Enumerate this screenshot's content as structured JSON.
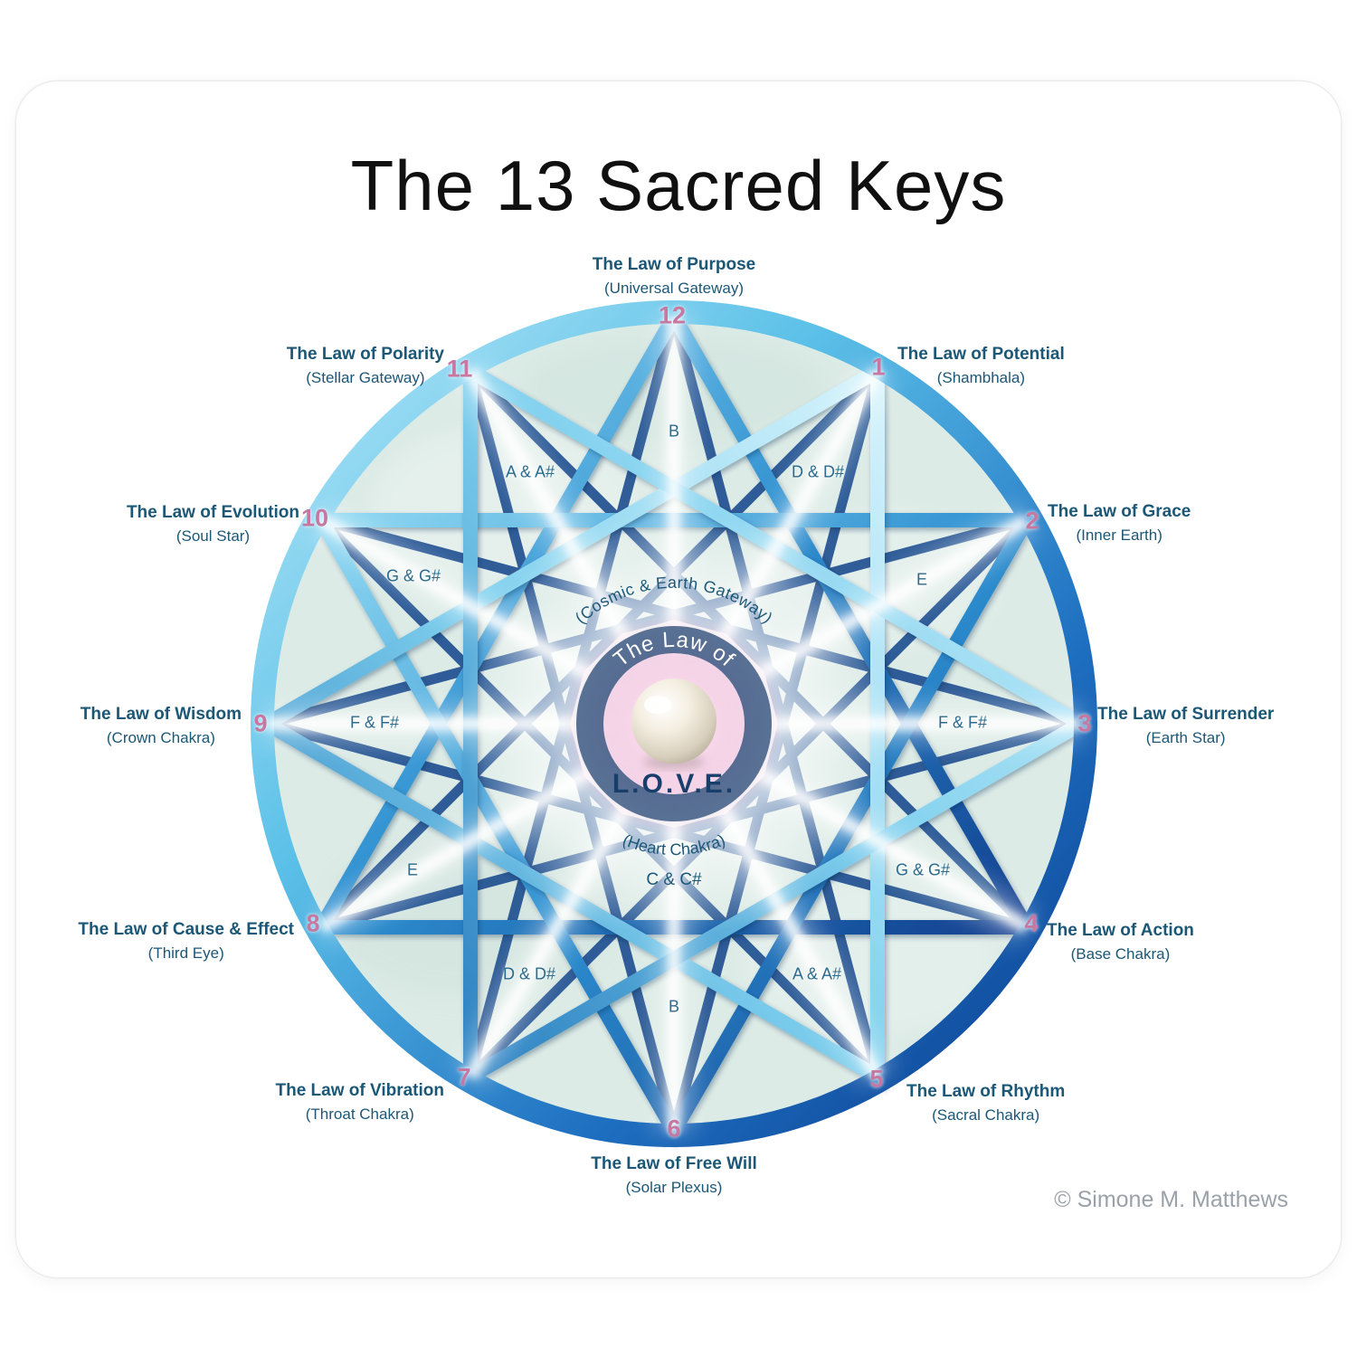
{
  "page": {
    "title": "The 13 Sacred Keys",
    "copyright": "© Simone M. Matthews"
  },
  "center": {
    "gateway_label": "(Cosmic & Earth Gateway)",
    "law_prefix": "The Law of",
    "law_name": "L.O.V.E.",
    "chakra_label": "(Heart Chakra)",
    "note": "C & C#"
  },
  "keys": [
    {
      "number": "12",
      "title": "The Law of Purpose",
      "subtitle": "(Universal Gateway)"
    },
    {
      "number": "1",
      "title": "The Law of Potential",
      "subtitle": "(Shambhala)"
    },
    {
      "number": "2",
      "title": "The Law of Grace",
      "subtitle": "(Inner Earth)"
    },
    {
      "number": "3",
      "title": "The Law of Surrender",
      "subtitle": "(Earth Star)"
    },
    {
      "number": "4",
      "title": "The Law of Action",
      "subtitle": "(Base Chakra)"
    },
    {
      "number": "5",
      "title": "The Law of Rhythm",
      "subtitle": "(Sacral Chakra)"
    },
    {
      "number": "6",
      "title": "The Law of Free Will",
      "subtitle": "(Solar Plexus)"
    },
    {
      "number": "7",
      "title": "The Law of Vibration",
      "subtitle": "(Throat Chakra)"
    },
    {
      "number": "8",
      "title": "The Law of Cause & Effect",
      "subtitle": "(Third Eye)"
    },
    {
      "number": "9",
      "title": "The Law of Wisdom",
      "subtitle": "(Crown Chakra)"
    },
    {
      "number": "10",
      "title": "The Law of Evolution",
      "subtitle": "(Soul Star)"
    },
    {
      "number": "11",
      "title": "The Law of Polarity",
      "subtitle": "(Stellar Gateway)"
    }
  ],
  "notes": [
    "B",
    "A & A#",
    "D & D#",
    "G & G#",
    "E",
    "F & F#",
    "F & F#",
    "E",
    "G & G#",
    "D & D#",
    "A & A#",
    "B"
  ],
  "colors": {
    "law_label_teal": "#1b5776",
    "number_pink": "#c678a1",
    "note_teal": "#2c6b8d",
    "ring_blue_light": "#9fdcf2",
    "ring_blue_dark": "#0a3a8c",
    "star_light_cyan": "#7fd0ee",
    "star_medium_blue": "#2e8fd0",
    "lattice_navy": "#1c4c8f",
    "interior_mint": "#dcebe6",
    "center_pink": "#eeb4d7",
    "pearl_cream": "#e9e2d2"
  }
}
